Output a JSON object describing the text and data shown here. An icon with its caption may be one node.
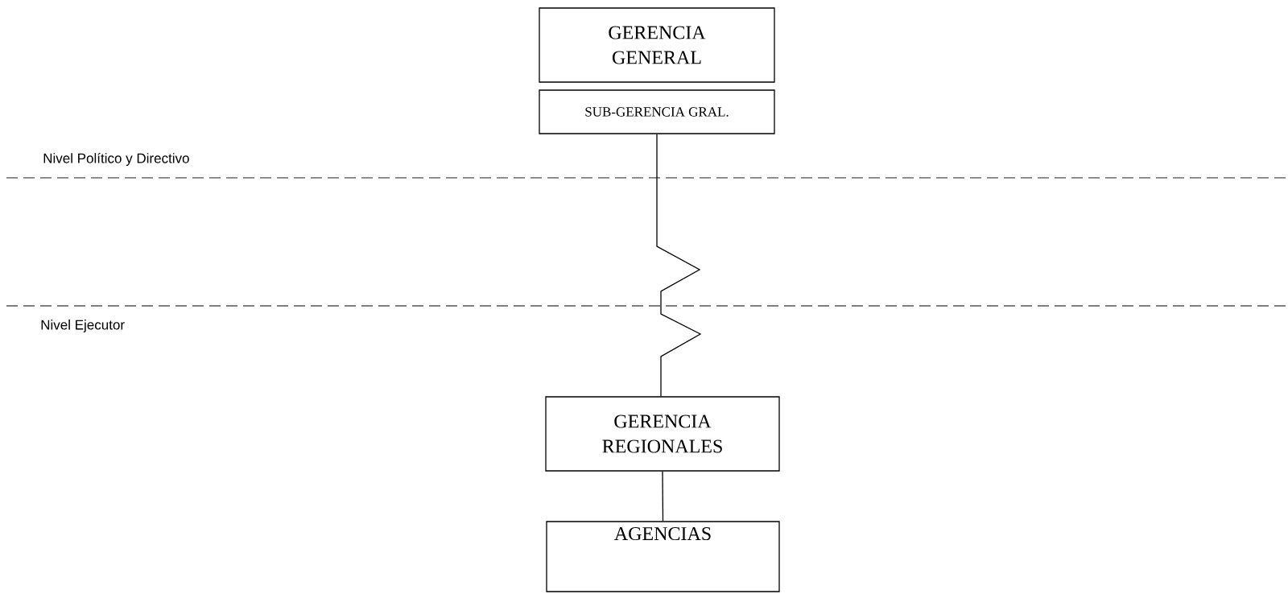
{
  "diagram": {
    "nodes": [
      {
        "text": [
          "GERENCIA GENERAL"
        ]
      },
      {
        "text": [
          "SUB-GERENCIA GRAL."
        ]
      },
      {
        "text": [
          "GERENCIA REGIONALES"
        ]
      },
      {
        "text": [
          "AGENCIAS"
        ]
      }
    ],
    "edges": [
      {
        "from": 1,
        "to": 2,
        "arrow": "none"
      },
      {
        "from": 2,
        "to": 3,
        "arrow": "none"
      }
    ],
    "labels": [
      "Nivel Político y Directivo",
      "Nivel Ejecutor"
    ]
  }
}
